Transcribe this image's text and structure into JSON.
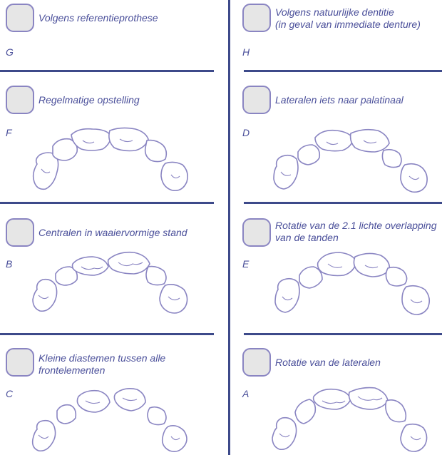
{
  "cards": [
    {
      "code": "G",
      "text": "Volgens referentieprothese",
      "checked": false
    },
    {
      "code": "H",
      "text": "Volgens natuurlijke dentitie\n(in geval van immediate denture)",
      "checked": false
    },
    {
      "code": "F",
      "text": "Regelmatige opstelling",
      "checked": false
    },
    {
      "code": "D",
      "text": "Lateralen iets naar palatinaal",
      "checked": false
    },
    {
      "code": "B",
      "text": "Centralen in waaiervormige stand",
      "checked": false
    },
    {
      "code": "E",
      "text": "Rotatie van de 2.1 lichte overlapping\nvan de tanden",
      "checked": false
    },
    {
      "code": "C",
      "text": "Kleine diastemen tussen alle\nfrontelementen",
      "checked": false
    },
    {
      "code": "A",
      "text": "Rotatie van de lateralen",
      "checked": false
    }
  ],
  "colors": {
    "accent": "#3d4a8a",
    "text": "#4a4f9a",
    "outline": "#8a85c2",
    "box": "#e6e6e6"
  }
}
